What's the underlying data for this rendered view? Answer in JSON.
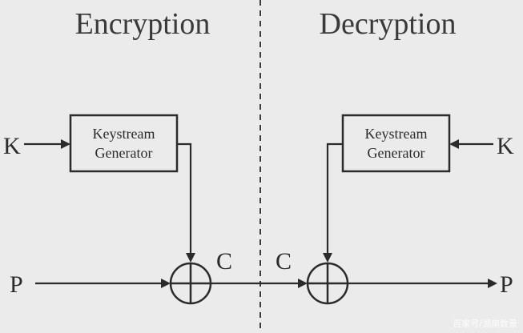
{
  "encryption": {
    "title": "Encryption",
    "key_label": "K",
    "box_line1": "Keystream",
    "box_line2": "Generator",
    "plaintext_label": "P",
    "ciphertext_label": "C"
  },
  "decryption": {
    "title": "Decryption",
    "key_label": "K",
    "box_line1": "Keystream",
    "box_line2": "Generator",
    "ciphertext_label": "C",
    "plaintext_label": "P"
  },
  "watermark": "百家号/湖南数景",
  "colors": {
    "background": "#ebebeb",
    "ink": "#2b2b2b"
  }
}
